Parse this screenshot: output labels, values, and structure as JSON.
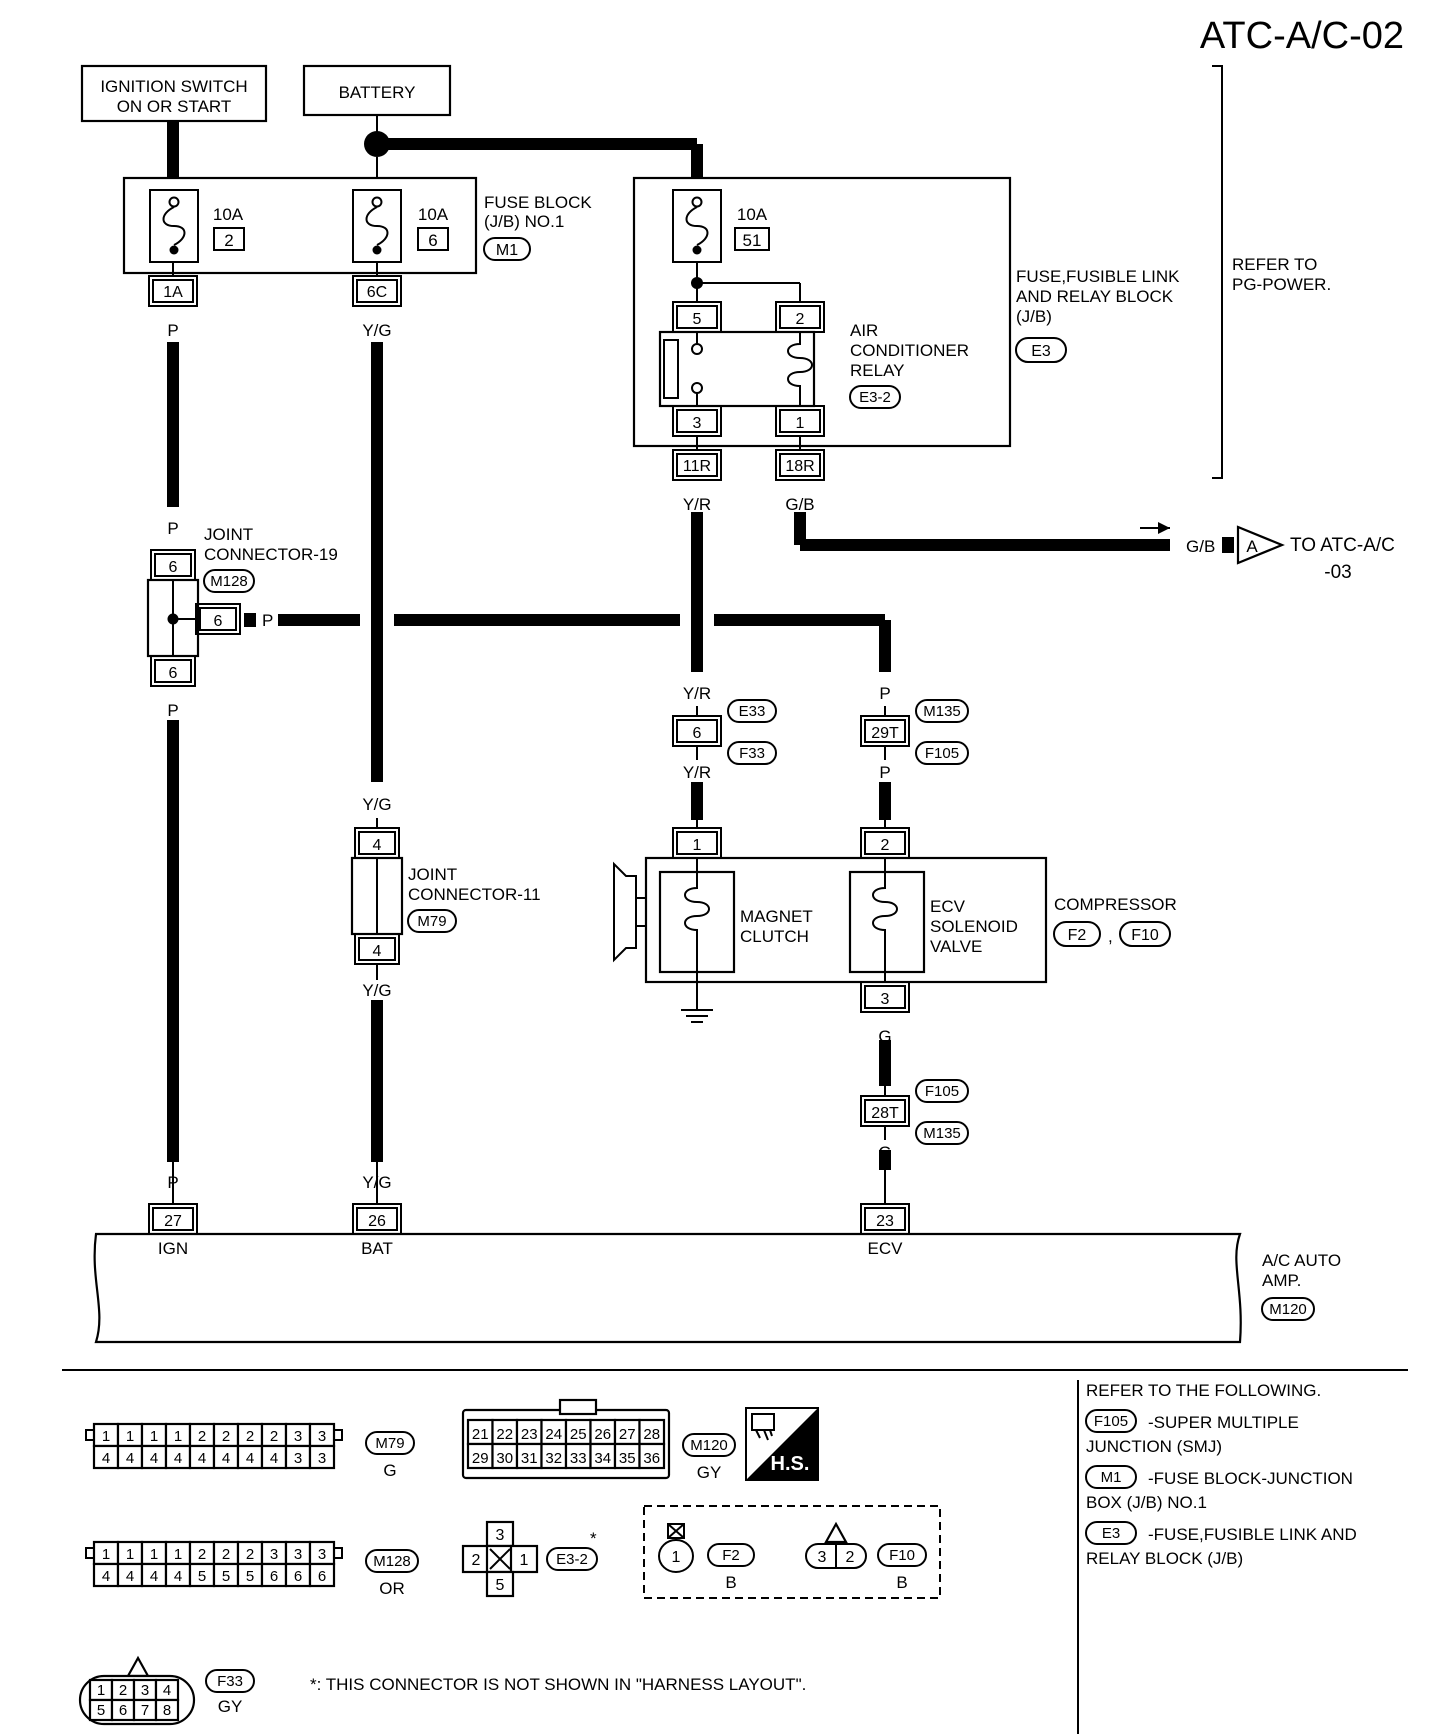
{
  "page_code": "ATC-A/C-02",
  "sources": {
    "ignition_switch": {
      "line1": "IGNITION SWITCH",
      "line2": "ON OR START"
    },
    "battery": "BATTERY"
  },
  "fuse_block": {
    "line1": "FUSE BLOCK",
    "line2": "(J/B) NO.1",
    "connector": "M1",
    "fuse_a": {
      "rating": "10A",
      "number": "2",
      "terminal": "1A"
    },
    "fuse_b": {
      "rating": "10A",
      "number": "6",
      "terminal": "6C"
    }
  },
  "relay_block": {
    "line1": "FUSE,FUSIBLE LINK",
    "line2": "AND RELAY BLOCK",
    "line3": "(J/B)",
    "connector": "E3",
    "fuse": {
      "rating": "10A",
      "number": "51"
    },
    "relay": {
      "line1": "AIR",
      "line2": "CONDITIONER",
      "line3": "RELAY",
      "connector": "E3-2",
      "pins": {
        "p5": "5",
        "p2": "2",
        "p3": "3",
        "p1": "1"
      }
    },
    "terminals": {
      "t11r": "11R",
      "t18r": "18R"
    }
  },
  "refer_power": {
    "line1": "REFER TO",
    "line2": "PG-POWER."
  },
  "wire_colors": {
    "p": "P",
    "yg": "Y/G",
    "yr": "Y/R",
    "gb": "G/B",
    "g": "G"
  },
  "to_next": {
    "marker": "A",
    "line1": "TO ATC-A/C",
    "line2": "-03"
  },
  "joint_19": {
    "line1": "JOINT",
    "line2": "CONNECTOR-19",
    "connector": "M128",
    "pin": "6"
  },
  "joint_11": {
    "line1": "JOINT",
    "line2": "CONNECTOR-11",
    "connector": "M79",
    "pin": "4"
  },
  "conn_e33_f33": {
    "top": "E33",
    "bottom": "F33",
    "pin": "6"
  },
  "conn_m135_f105": {
    "top": "M135",
    "bottom": "F105",
    "pin": "29T"
  },
  "conn_f105_m135": {
    "top": "F105",
    "bottom": "M135",
    "pin": "28T"
  },
  "compressor": {
    "label": "COMPRESSOR",
    "connector_a": "F2",
    "connector_b": "F10",
    "separator": ",",
    "magnet_clutch": {
      "line1": "MAGNET",
      "line2": "CLUTCH",
      "pin": "1"
    },
    "ecv_valve": {
      "line1": "ECV",
      "line2": "SOLENOID",
      "line3": "VALVE",
      "pin_in": "2",
      "pin_out": "3"
    }
  },
  "amp": {
    "line1": "A/C AUTO",
    "line2": "AMP.",
    "connector": "M120",
    "pins": {
      "ign_num": "27",
      "ign_name": "IGN",
      "bat_num": "26",
      "bat_name": "BAT",
      "ecv_num": "23",
      "ecv_name": "ECV"
    }
  },
  "legend": {
    "m79": {
      "id": "M79",
      "color": "G",
      "top": [
        "1",
        "1",
        "1",
        "1",
        "2",
        "2",
        "2",
        "2",
        "3",
        "3"
      ],
      "bottom": [
        "4",
        "4",
        "4",
        "4",
        "4",
        "4",
        "4",
        "4",
        "3",
        "3"
      ]
    },
    "m128": {
      "id": "M128",
      "color": "OR",
      "top": [
        "1",
        "1",
        "1",
        "1",
        "2",
        "2",
        "2",
        "3",
        "3",
        "3"
      ],
      "bottom": [
        "4",
        "4",
        "4",
        "4",
        "5",
        "5",
        "5",
        "6",
        "6",
        "6"
      ]
    },
    "m120": {
      "id": "M120",
      "color": "GY",
      "top": [
        "21",
        "22",
        "23",
        "24",
        "25",
        "26",
        "27",
        "28"
      ],
      "bottom": [
        "29",
        "30",
        "31",
        "32",
        "33",
        "34",
        "35",
        "36"
      ]
    },
    "hs": "H.S.",
    "e32": {
      "id": "E3-2",
      "star": "*",
      "pins": [
        "3",
        "2",
        "1",
        "5"
      ]
    },
    "f2": {
      "id": "F2",
      "color": "B",
      "pin": "1"
    },
    "f10": {
      "id": "F10",
      "color": "B",
      "pins": [
        "3",
        "2"
      ]
    },
    "f33": {
      "id": "F33",
      "color": "GY",
      "top": [
        "1",
        "2",
        "3",
        "4"
      ],
      "bottom": [
        "5",
        "6",
        "7",
        "8"
      ]
    },
    "footnote": "*: THIS CONNECTOR IS NOT SHOWN IN \"HARNESS LAYOUT\"."
  },
  "refer_following": {
    "heading": "REFER TO THE FOLLOWING.",
    "items": [
      {
        "code": "F105",
        "line1": "-SUPER MULTIPLE",
        "line2": "JUNCTION (SMJ)"
      },
      {
        "code": "M1",
        "line1": "-FUSE BLOCK-JUNCTION",
        "line2": "BOX (J/B) NO.1"
      },
      {
        "code": "E3",
        "line1": "-FUSE,FUSIBLE LINK AND",
        "line2": "RELAY BLOCK (J/B)"
      }
    ]
  }
}
